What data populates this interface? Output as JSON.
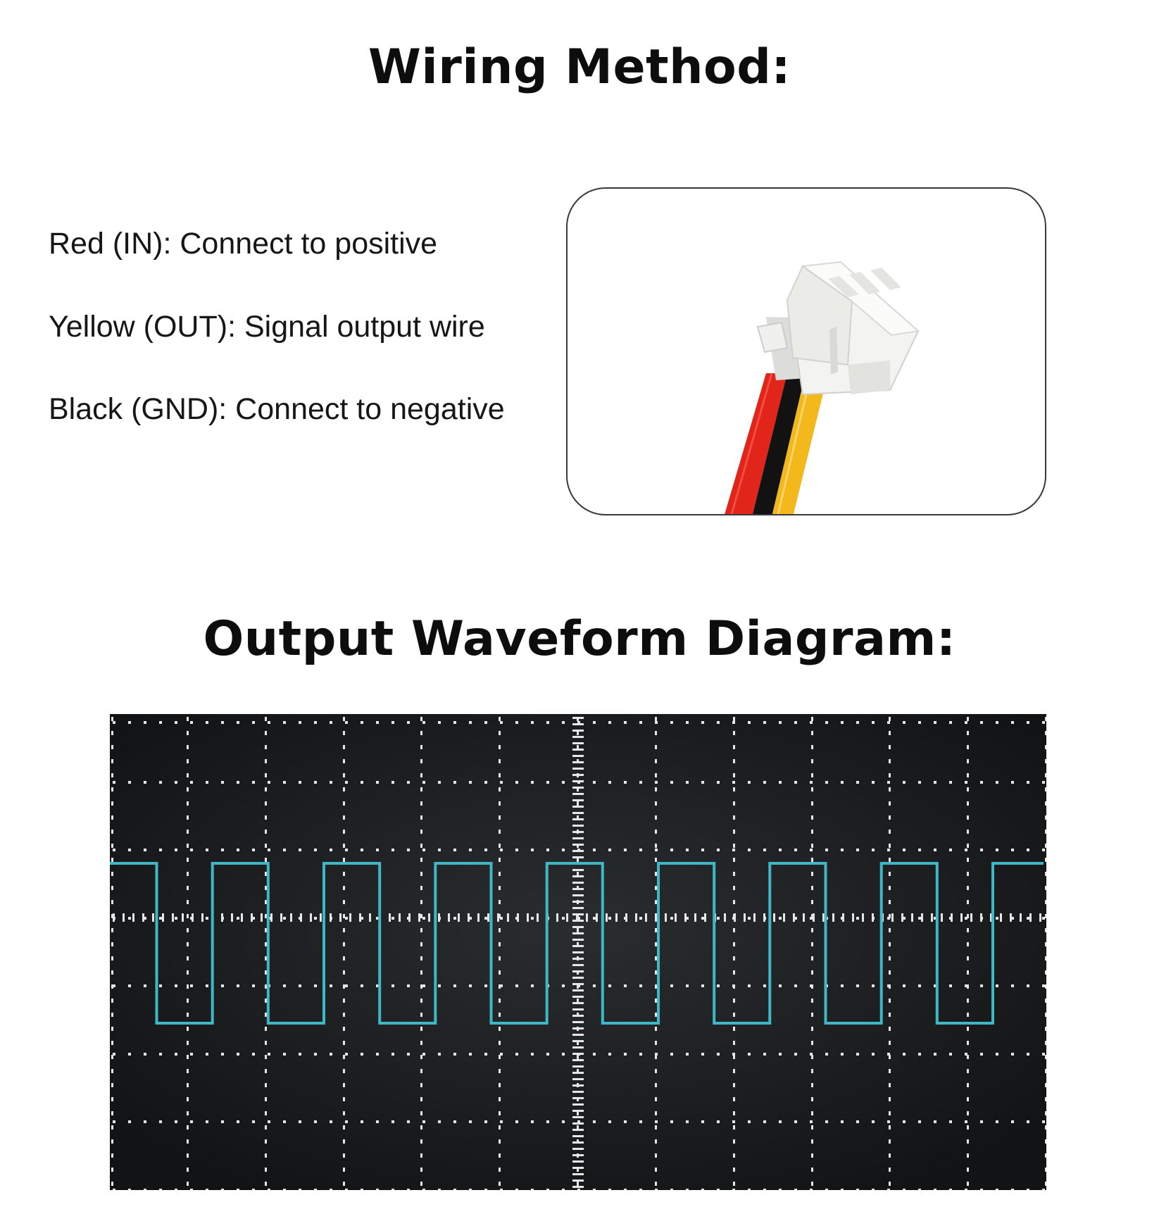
{
  "wiring": {
    "title": "Wiring Method:",
    "wires": [
      {
        "label": "Red (IN): Connect to positive",
        "color": "#e1251b"
      },
      {
        "label": "Yellow (OUT): Signal output wire",
        "color": "#f2b81c"
      },
      {
        "label": "Black (GND): Connect to negative",
        "color": "#111111"
      }
    ],
    "connector_color": "#f3f3f1",
    "connector_icon": "3-pin-jst-connector-photo"
  },
  "waveform": {
    "title": "Output Waveform Diagram:",
    "trace_color": "#3fb7c4",
    "screen_color": "#141618",
    "grid_color": "#e6e6e6",
    "grid_divisions": {
      "x": 12,
      "y": 7
    },
    "signal": "square-wave",
    "visible_cycles": 8.4
  }
}
